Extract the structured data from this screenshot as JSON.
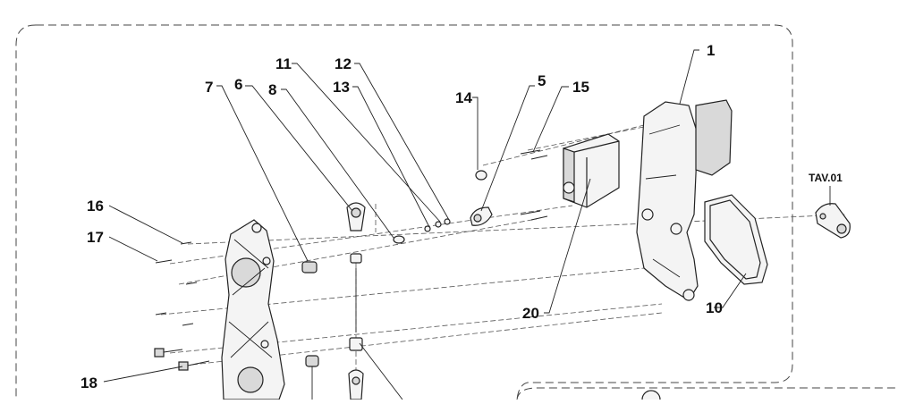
{
  "callouts": [
    {
      "id": "1",
      "text": "1"
    },
    {
      "id": "5",
      "text": "5"
    },
    {
      "id": "6",
      "text": "6"
    },
    {
      "id": "7",
      "text": "7"
    },
    {
      "id": "8",
      "text": "8"
    },
    {
      "id": "10",
      "text": "10"
    },
    {
      "id": "11",
      "text": "11"
    },
    {
      "id": "12",
      "text": "12"
    },
    {
      "id": "13",
      "text": "13"
    },
    {
      "id": "14",
      "text": "14"
    },
    {
      "id": "15",
      "text": "15"
    },
    {
      "id": "16",
      "text": "16"
    },
    {
      "id": "17",
      "text": "17"
    },
    {
      "id": "18",
      "text": "18"
    },
    {
      "id": "20",
      "text": "20"
    },
    {
      "id": "tav",
      "text": "TAV.01"
    }
  ]
}
